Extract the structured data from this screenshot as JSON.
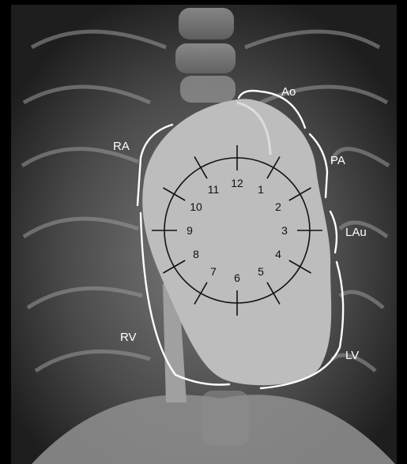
{
  "colors": {
    "background": "#000000",
    "xray_dark": "#1c1c1c",
    "xray_mid": "#6e6e6e",
    "xray_light": "#a8a8a8",
    "heart_fill": "#bdbdbd",
    "tube": "#9a9a9a",
    "brackets": "#ffffff",
    "clock_lines": "#111111"
  },
  "regions": {
    "ao": "Ao",
    "pa": "PA",
    "ra": "RA",
    "lau": "LAu",
    "rv": "RV",
    "lv": "LV"
  },
  "clock": {
    "positions": [
      "12",
      "1",
      "2",
      "3",
      "4",
      "5",
      "6",
      "7",
      "8",
      "9",
      "10",
      "11"
    ]
  }
}
